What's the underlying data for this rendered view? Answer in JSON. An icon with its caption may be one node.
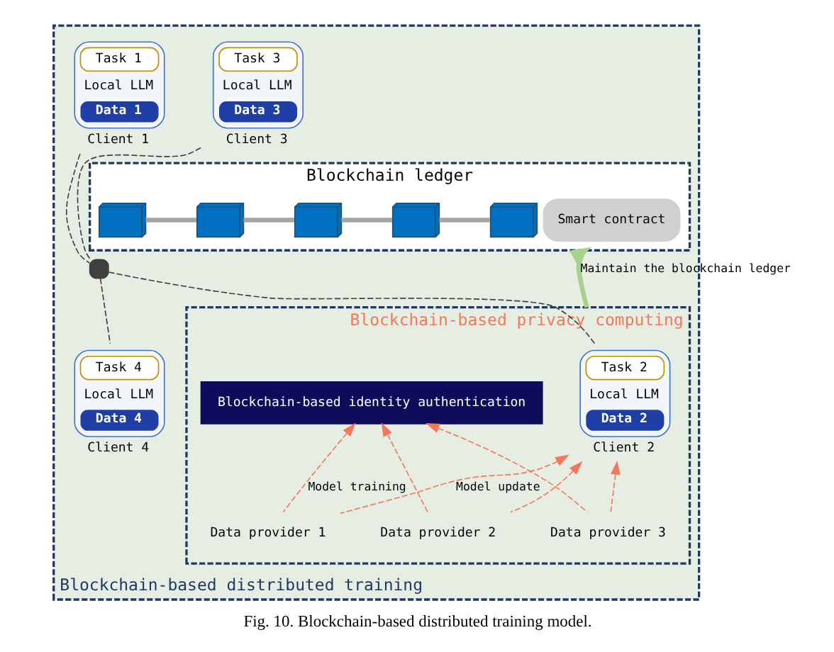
{
  "diagram": {
    "caption": "Fig. 10. Blockchain-based distributed training model.",
    "nodes": [
      {
        "text": [
          "Blockchain-based distributed training"
        ]
      },
      {
        "text": [
          "Blockchain ledger"
        ],
        "in": 0
      },
      {
        "text": [
          "Smart contract"
        ],
        "in": 1
      },
      {
        "text": [],
        "shape": "box",
        "in": 1
      },
      {
        "text": [],
        "shape": "box",
        "in": 1
      },
      {
        "text": [],
        "shape": "box",
        "in": 1
      },
      {
        "text": [],
        "shape": "box",
        "in": 1
      },
      {
        "text": [],
        "shape": "box",
        "in": 1
      },
      {
        "text": [
          "Task 3",
          "Local LLM",
          "Data 3"
        ],
        "beside": [
          "Client 3"
        ],
        "in": 0
      },
      {
        "text": [
          "Task 1",
          "Local LLM",
          "Data 1"
        ],
        "beside": [
          "Client 1"
        ],
        "in": 0
      },
      {
        "text": [],
        "shape": "lock",
        "in": 0
      },
      {
        "text": [
          "Blockchain-based privacy computing"
        ],
        "in": 0
      },
      {
        "text": [
          "Task 2",
          "Local LLM",
          "Data 2"
        ],
        "beside": [
          "Client 2"
        ],
        "in": 11
      },
      {
        "text": [
          "Task 4",
          "Local LLM",
          "Data 4"
        ],
        "beside": [
          "Client 4"
        ],
        "in": 0
      },
      {
        "text": [
          "Blockchain-based identity authentication"
        ],
        "in": 11
      },
      {
        "text": [
          "Data provider 1"
        ],
        "in": 11
      },
      {
        "text": [
          "Data provider 2"
        ],
        "in": 11
      },
      {
        "text": [
          "Data provider 3"
        ],
        "in": 11
      }
    ],
    "edges": [
      {
        "from": 3,
        "to": 4,
        "arrow": "none",
        "color": "#a6a6a6",
        "style": "thick"
      },
      {
        "from": 4,
        "to": 5,
        "arrow": "none",
        "color": "#a6a6a6",
        "style": "thick"
      },
      {
        "from": 5,
        "to": 6,
        "arrow": "none",
        "color": "#a6a6a6",
        "style": "thick"
      },
      {
        "from": 6,
        "to": 7,
        "arrow": "none",
        "color": "#a6a6a6",
        "style": "thick"
      },
      {
        "from": 11,
        "to": 1,
        "arrow": "to",
        "label": "Maintain the blockchain ledger",
        "style": "thick",
        "color": "#a9d18e"
      },
      {
        "from": 8,
        "to": 10,
        "arrow": "none",
        "style": "dashed",
        "color": "#404040"
      },
      {
        "from": 9,
        "to": 10,
        "arrow": "none",
        "style": "dashed",
        "color": "#404040"
      },
      {
        "from": 10,
        "to": 12,
        "arrow": "none",
        "style": "dashed",
        "color": "#404040"
      },
      {
        "from": 10,
        "to": 13,
        "arrow": "none",
        "style": "dashed",
        "color": "#404040"
      },
      {
        "from": 15,
        "to": 14,
        "arrow": "to",
        "label": "Model training",
        "style": "dashed",
        "color": "#f4785a"
      },
      {
        "from": 16,
        "to": 14,
        "arrow": "to",
        "style": "dashed",
        "color": "#f4785a"
      },
      {
        "from": 17,
        "to": 14,
        "arrow": "to",
        "style": "dashed",
        "color": "#f4785a"
      },
      {
        "from": 15,
        "to": 12,
        "arrow": "to",
        "label": "Model update",
        "style": "dashed",
        "color": "#f4785a"
      },
      {
        "from": 16,
        "to": 12,
        "arrow": "to",
        "style": "dashed",
        "color": "#f4785a"
      },
      {
        "from": 17,
        "to": 12,
        "arrow": "to",
        "style": "dashed",
        "color": "#f4785a"
      }
    ]
  }
}
